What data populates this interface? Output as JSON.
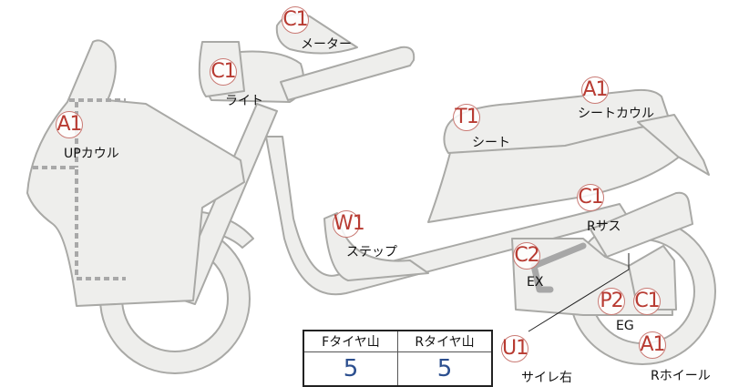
{
  "parts": [
    {
      "id": "meter",
      "grade": "C1",
      "label": "メーター"
    },
    {
      "id": "light",
      "grade": "C1",
      "label": "ライト"
    },
    {
      "id": "upcowl",
      "grade": "A1",
      "label": "UPカウル"
    },
    {
      "id": "seat",
      "grade": "T1",
      "label": "シート"
    },
    {
      "id": "seatcowl",
      "grade": "A1",
      "label": "シートカウル"
    },
    {
      "id": "step",
      "grade": "W1",
      "label": "ステップ"
    },
    {
      "id": "rsus",
      "grade": "C1",
      "label": "Rサス"
    },
    {
      "id": "ex",
      "grade": "C2",
      "label": "EX"
    },
    {
      "id": "eg",
      "grade": "P2",
      "grade2": "C1",
      "label": "EG"
    },
    {
      "id": "rwheel",
      "grade": "A1",
      "label": "Rホイール"
    },
    {
      "id": "sirei",
      "grade": "U1",
      "label": "サイレ右"
    }
  ],
  "tread_table": {
    "headers": [
      "Fタイヤ山",
      "Rタイヤ山"
    ],
    "values": [
      "5",
      "5"
    ]
  },
  "colors": {
    "grade_text": "#b83b32",
    "tread_value": "#2c4f8f",
    "part_fill": "#eeeeec",
    "part_stroke": "#a9a9a6"
  }
}
